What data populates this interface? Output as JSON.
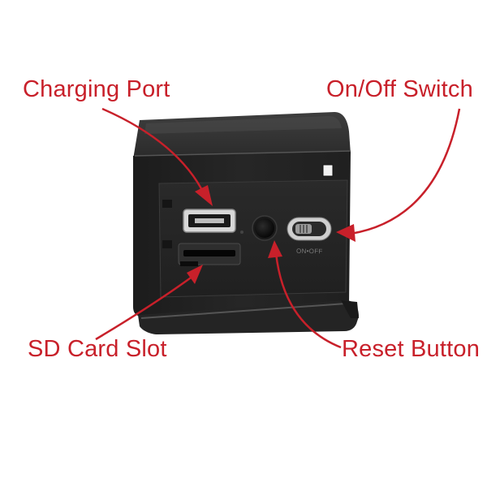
{
  "labels": {
    "charging_port": "Charging Port",
    "on_off_switch": "On/Off Switch",
    "sd_card_slot": "SD Card Slot",
    "reset_button": "Reset Button"
  },
  "device": {
    "switch_marking": "ON•OFF"
  },
  "colors": {
    "label": "#c8202a",
    "arrow": "#c8202a",
    "device_body": "#242424",
    "device_top": "#3a3a3a",
    "background": "#ffffff"
  }
}
